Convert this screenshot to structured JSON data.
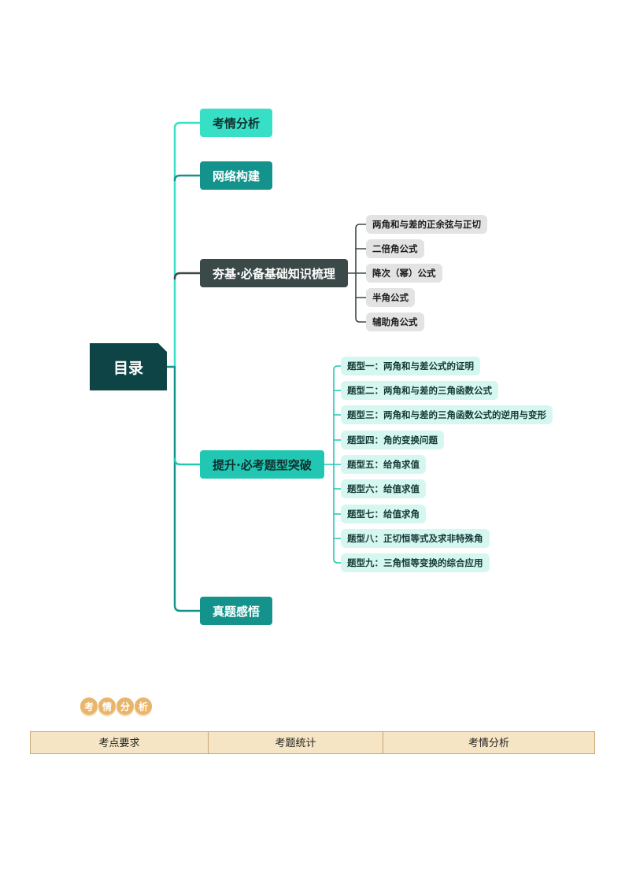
{
  "mindmap": {
    "root": "目录",
    "branches": [
      {
        "label": "考情分析",
        "children": []
      },
      {
        "label": "网络构建",
        "children": []
      },
      {
        "label": "夯基·必备基础知识梳理",
        "children": [
          "两角和与差的正余弦与正切",
          "二倍角公式",
          "降次（幂）公式",
          "半角公式",
          "辅助角公式"
        ]
      },
      {
        "label": "提升·必考题型突破",
        "children": [
          "题型一：两角和与差公式的证明",
          "题型二：两角和与差的三角函数公式",
          "题型三：两角和与差的三角函数公式的逆用与变形",
          "题型四：角的变换问题",
          "题型五：给角求值",
          "题型六：给值求值",
          "题型七：给值求角",
          "题型八：正切恒等式及求非特殊角",
          "题型九：三角恒等变换的综合应用"
        ]
      },
      {
        "label": "真题感悟",
        "children": []
      }
    ]
  },
  "section_badge": {
    "chars": [
      "考",
      "情",
      "分",
      "析"
    ]
  },
  "table": {
    "headers": [
      "考点要求",
      "考题统计",
      "考情分析"
    ]
  },
  "colors": {
    "root": "#0f4446",
    "branch_teal_light": "#37dfc6",
    "branch_teal": "#14938c",
    "branch_dark": "#3b4a49",
    "leaf_grey": "#e3e3e3",
    "leaf_mint": "#d5f7f0",
    "badge": "#e9b56b",
    "table_header": "#f6e5c4"
  }
}
